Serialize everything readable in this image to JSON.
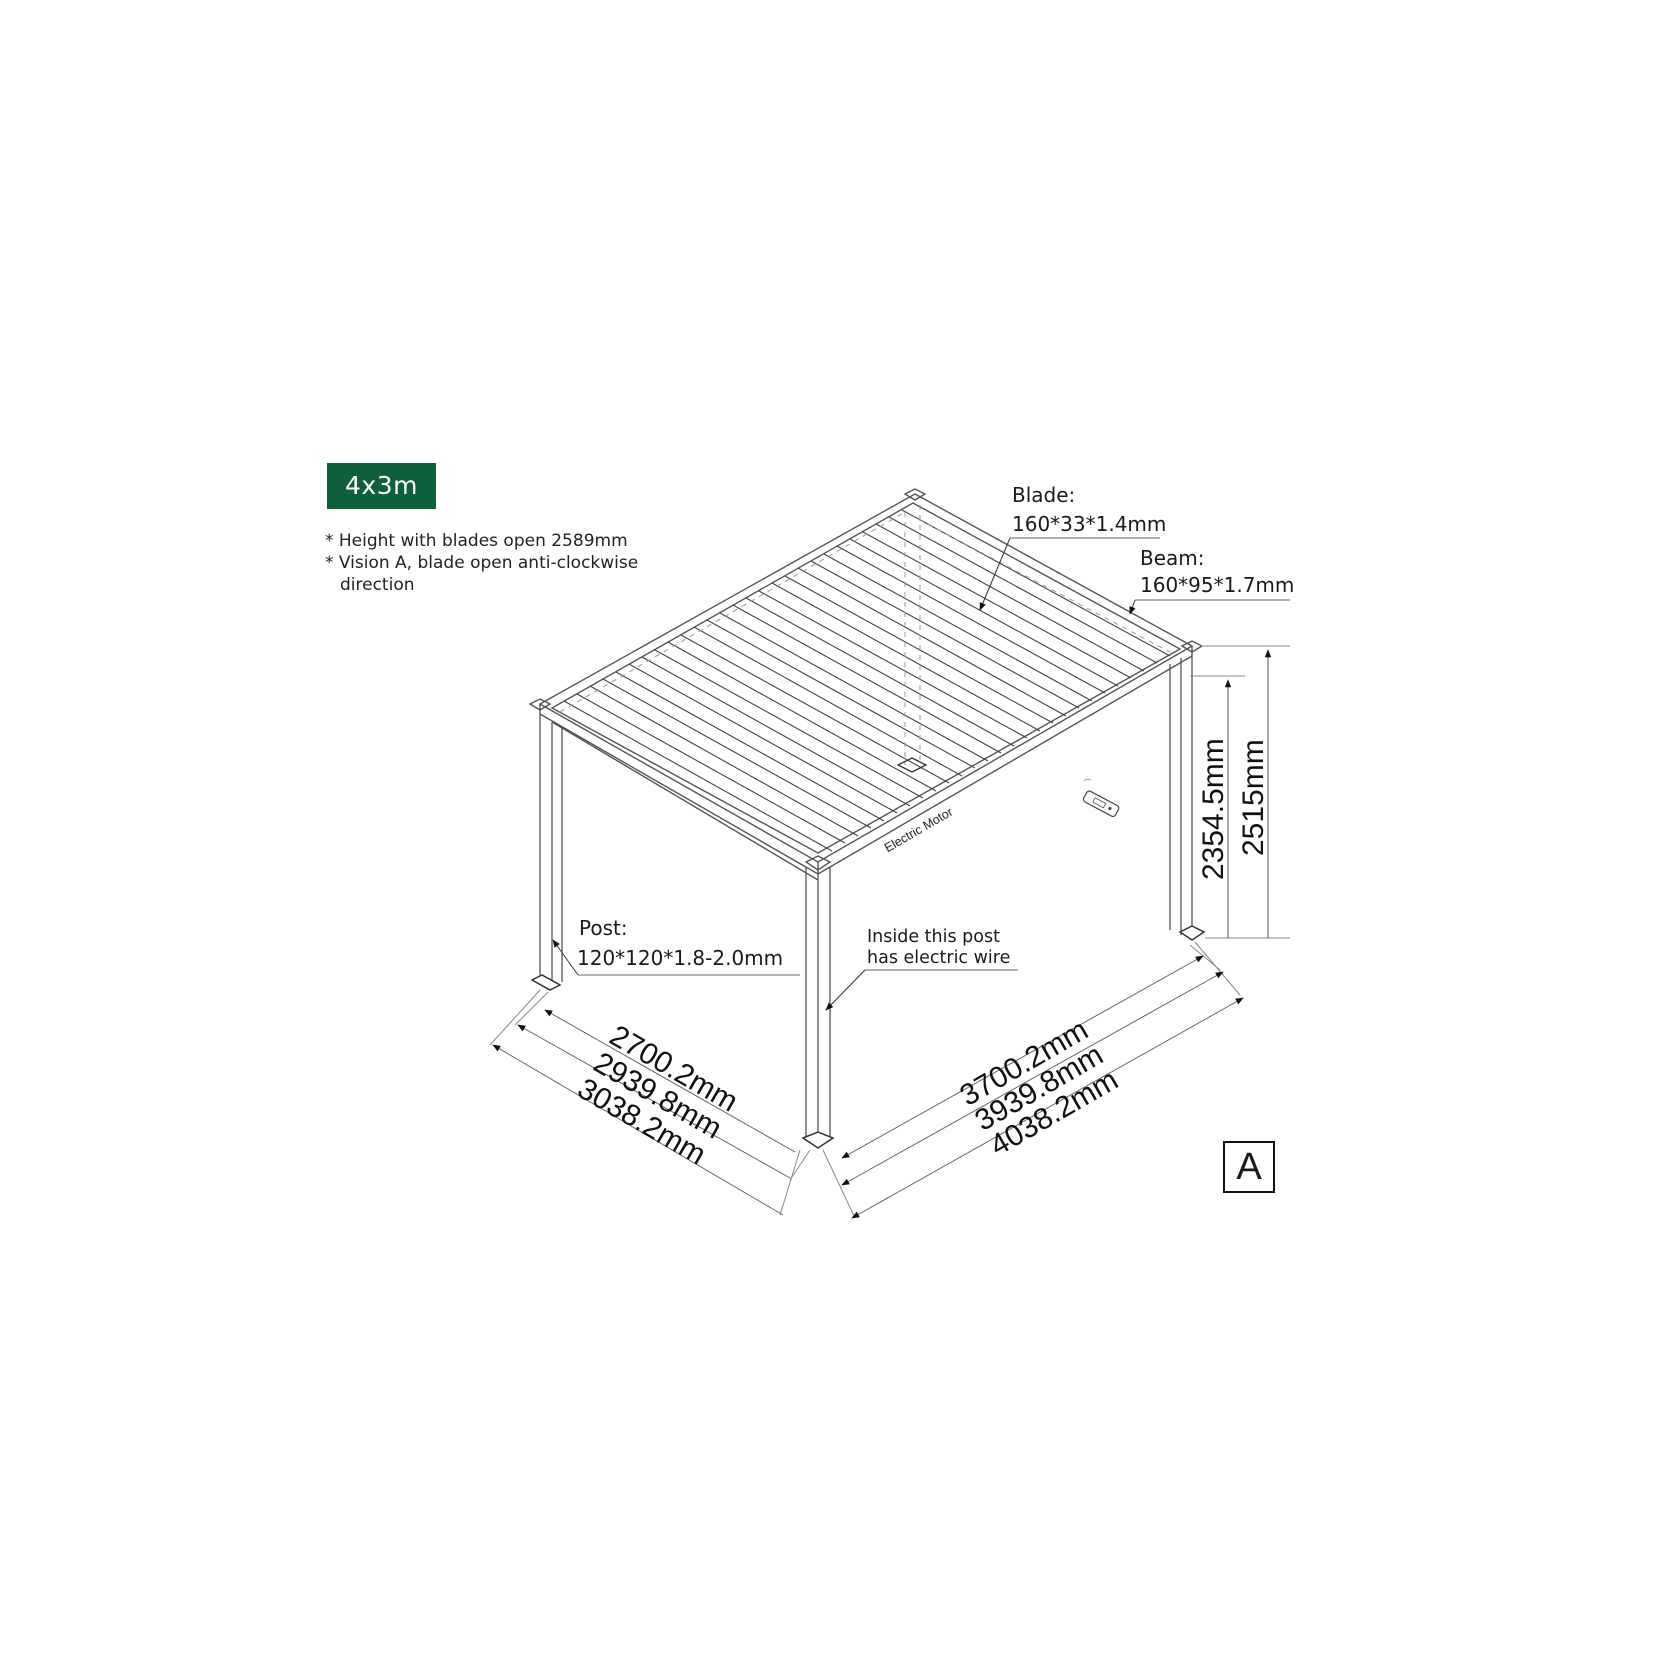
{
  "badge": {
    "label": "4x3m",
    "color": "#0f5f3a"
  },
  "notes": [
    "* Height with blades open 2589mm",
    "* Vision A, blade open anti-clockwise",
    "direction"
  ],
  "callouts": {
    "blade": {
      "title": "Blade:",
      "spec": "160*33*1.4mm"
    },
    "beam": {
      "title": "Beam:",
      "spec": "160*95*1.7mm"
    },
    "post": {
      "title": "Post:",
      "spec": "120*120*1.8-2.0mm"
    },
    "wire": {
      "line1": "Inside this post",
      "line2": "has electric wire"
    },
    "motor": "Electric Motor"
  },
  "dimensions": {
    "height_inner": "2354.5mm",
    "height_outer": "2515mm",
    "depth": [
      "2700.2mm",
      "2939.8mm",
      "3038.2mm"
    ],
    "width": [
      "3700.2mm",
      "3939.8mm",
      "4038.2mm"
    ]
  },
  "view_label": "A",
  "icons": {
    "remote": "remote-control-icon"
  }
}
